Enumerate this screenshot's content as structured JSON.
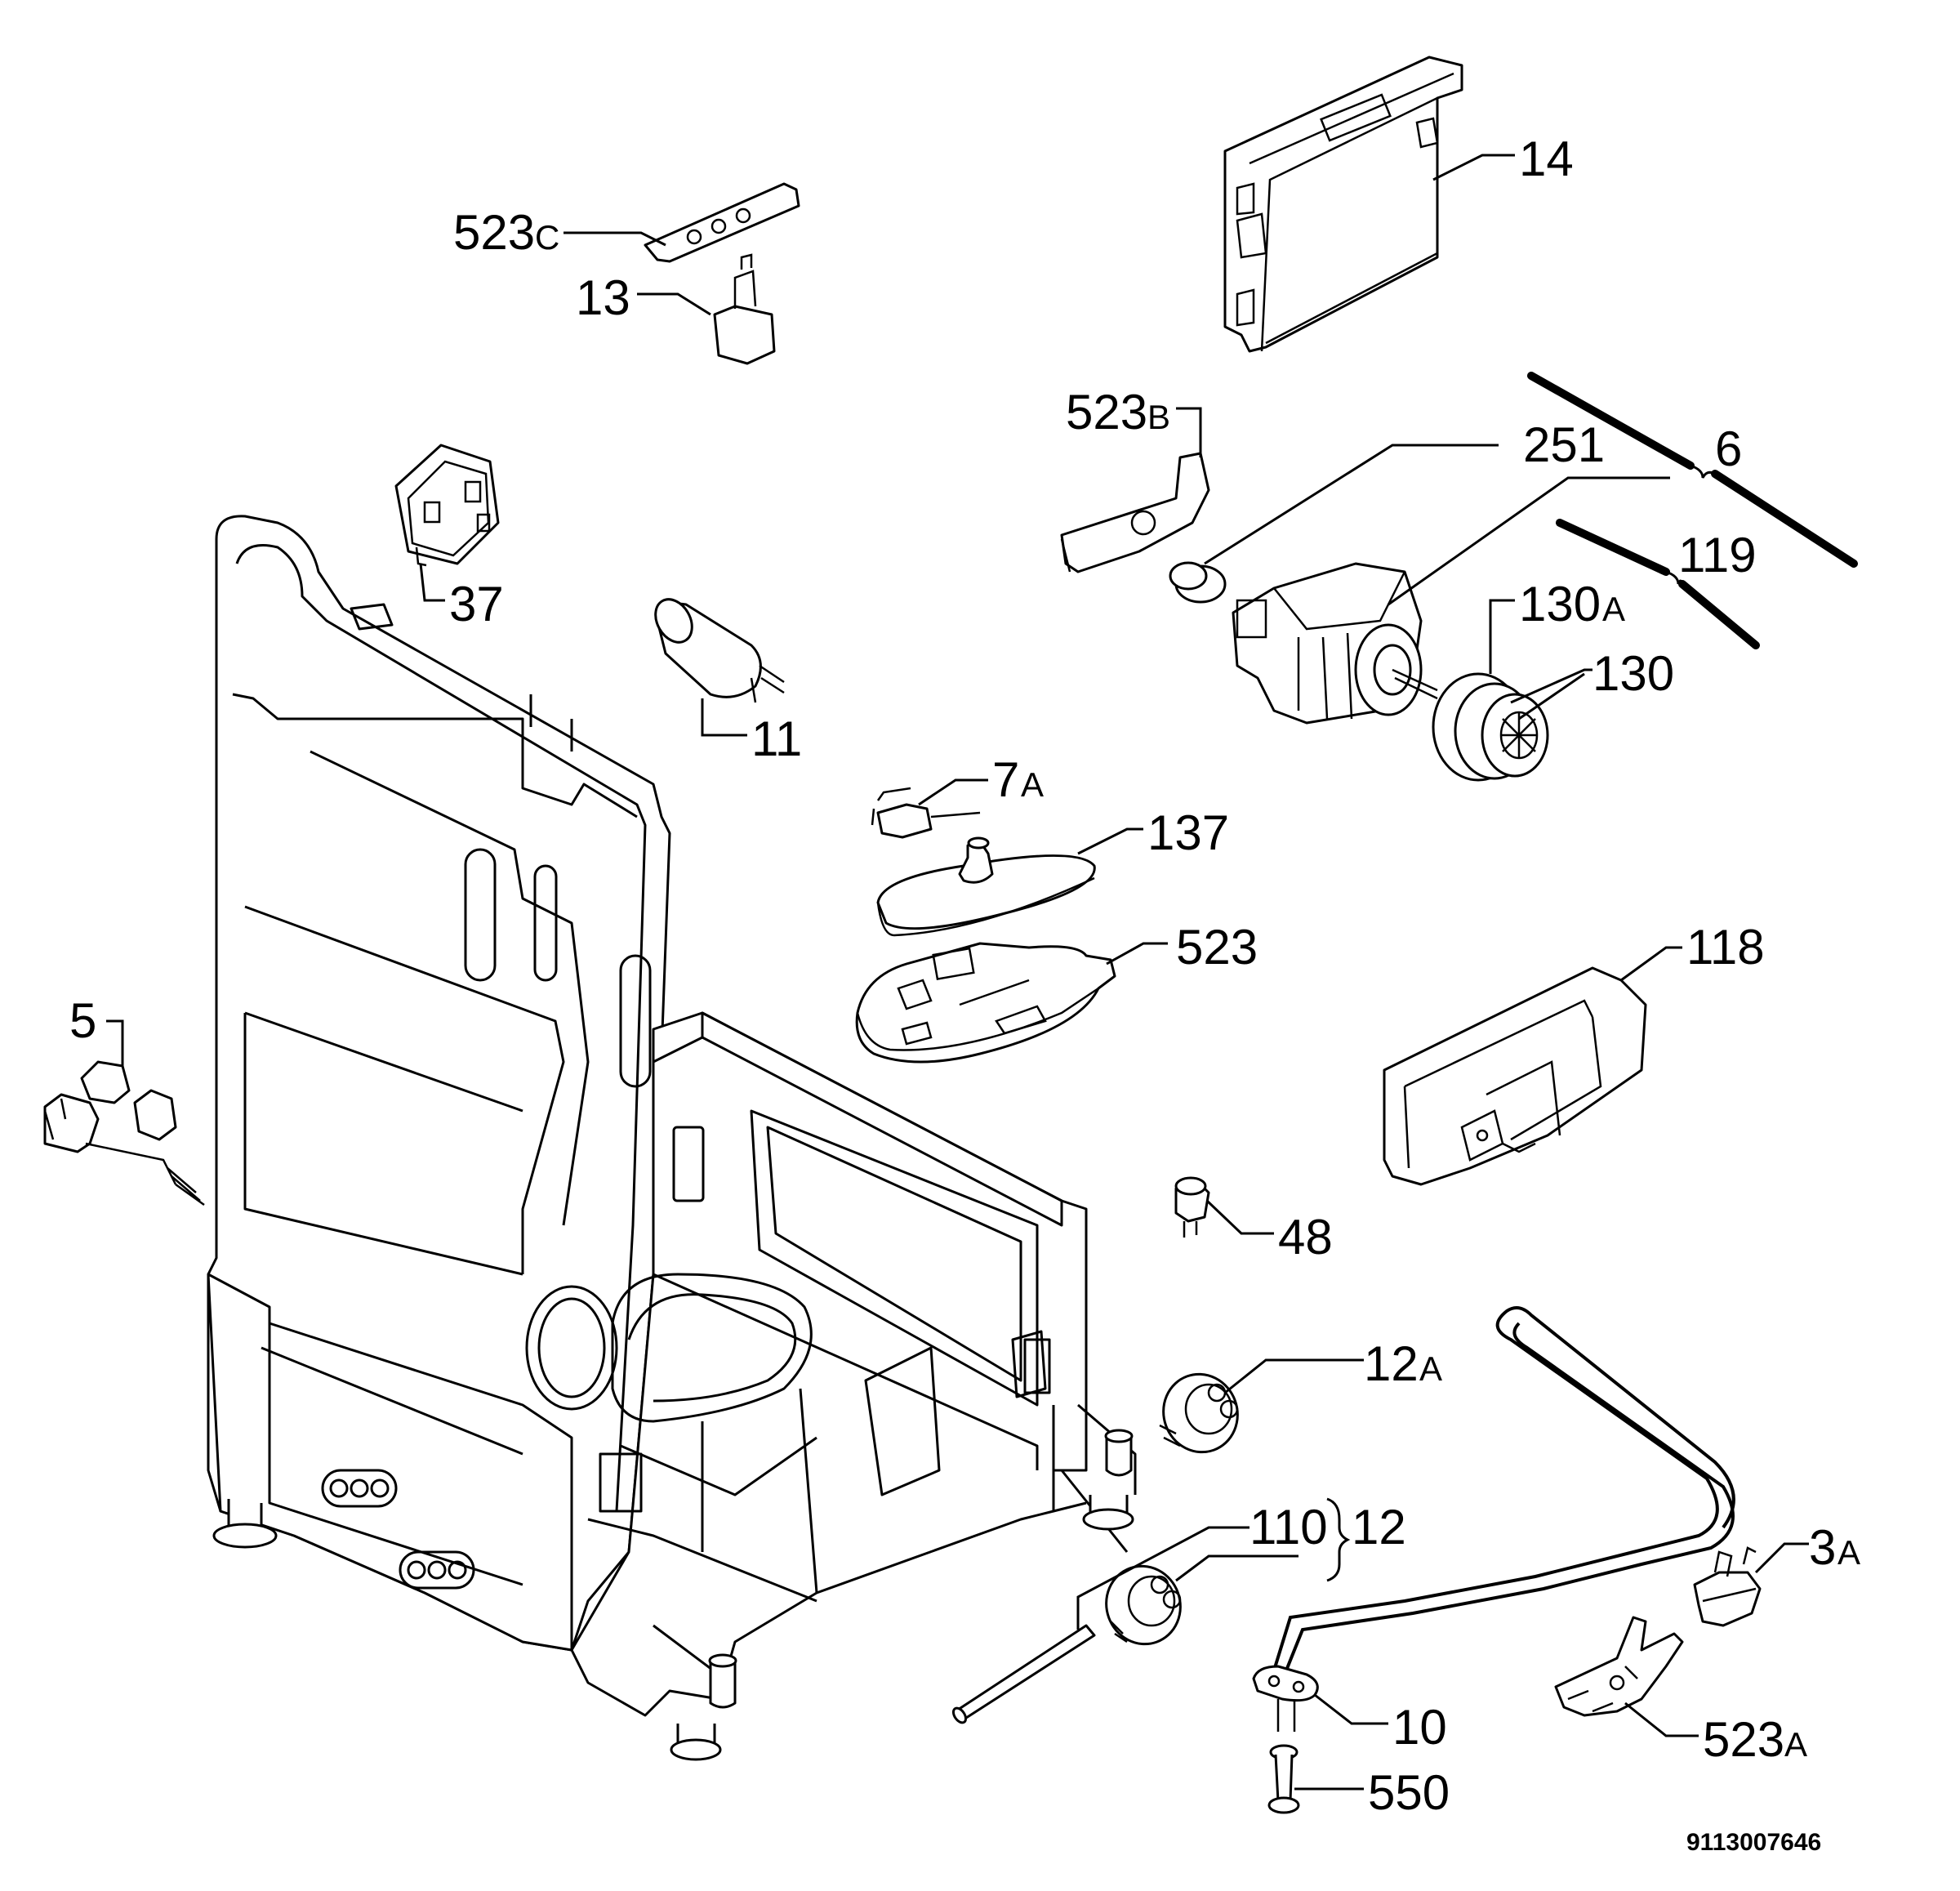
{
  "labels": {
    "l14": "14",
    "l523c": "523",
    "l523c_s": "C",
    "l13": "13",
    "l523b": "523",
    "l523b_s": "B",
    "l251": "251",
    "l6": "6",
    "l119": "119",
    "l130a": "130",
    "l130a_s": "A",
    "l130": "130",
    "l37": "37",
    "l11": "11",
    "l7a": "7",
    "l7a_s": "A",
    "l137": "137",
    "l523": "523",
    "l118": "118",
    "l5": "5",
    "l48": "48",
    "l12a": "12",
    "l12a_s": "A",
    "l110": "110",
    "l12": "12",
    "l3a": "3",
    "l3a_s": "A",
    "l10": "10",
    "l523a": "523",
    "l523a_s": "A",
    "l550": "550"
  },
  "drawing_code": "9113007646"
}
